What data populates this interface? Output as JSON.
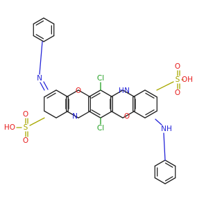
{
  "colors": {
    "carbon": "#222222",
    "N": "#2424d8",
    "O": "#e62020",
    "Cl": "#1f9e1f",
    "S": "#a8a800",
    "background": "#ffffff"
  },
  "labels": {
    "cl_top": "Cl",
    "cl_bottom": "Cl",
    "o_ring_top": "O",
    "o_ring_bottom": "O",
    "nh_ring": "N",
    "nh_ring_h": "H",
    "n_ring": "N",
    "n_imine": "N",
    "nh_amine": "N",
    "nh_amine_h": "H",
    "s_right": "S",
    "s_right_o1": "O",
    "s_right_o2": "O",
    "s_right_oh": "OH",
    "s_left": "S",
    "s_left_o1": "O",
    "s_left_o2": "O",
    "s_left_oh": "HO"
  }
}
